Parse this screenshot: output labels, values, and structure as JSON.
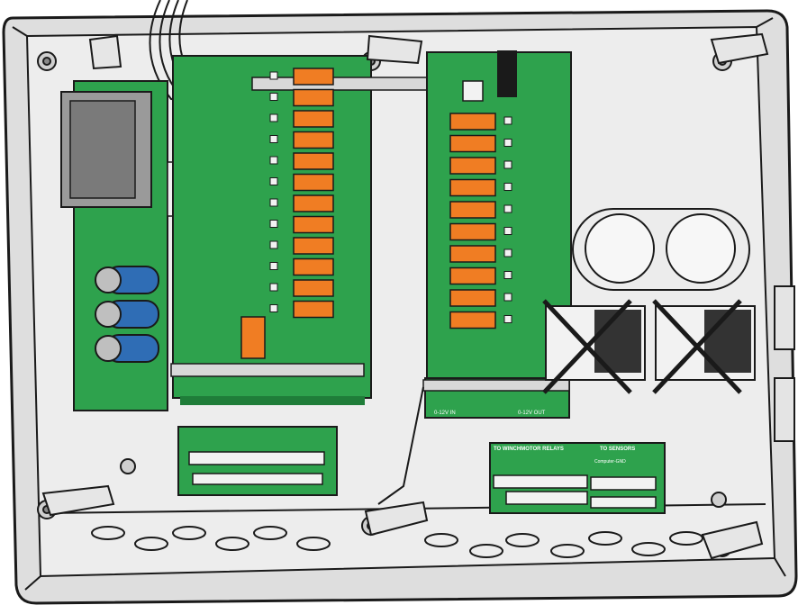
{
  "labels": {
    "lower_right_header": "TO WINCHMOTOR RELAYS",
    "to_sensors": "TO SENSORS",
    "computer_gnd": "Computer-GND",
    "bottom_label_left": "0-12V IN",
    "bottom_label_right": "0-12V OUT"
  },
  "colors": {
    "pcb": "#2ea24d",
    "pcb_dark": "#1f7d39",
    "relay": "#f07d23",
    "enclosure": "#ededed",
    "outline": "#1a1a1a",
    "capacitor": "#2f6db5",
    "contactor": "#f2f2f2"
  },
  "icons": {
    "contactor_left": "crossed-out-contactor-icon",
    "contactor_right": "crossed-out-contactor-icon"
  }
}
